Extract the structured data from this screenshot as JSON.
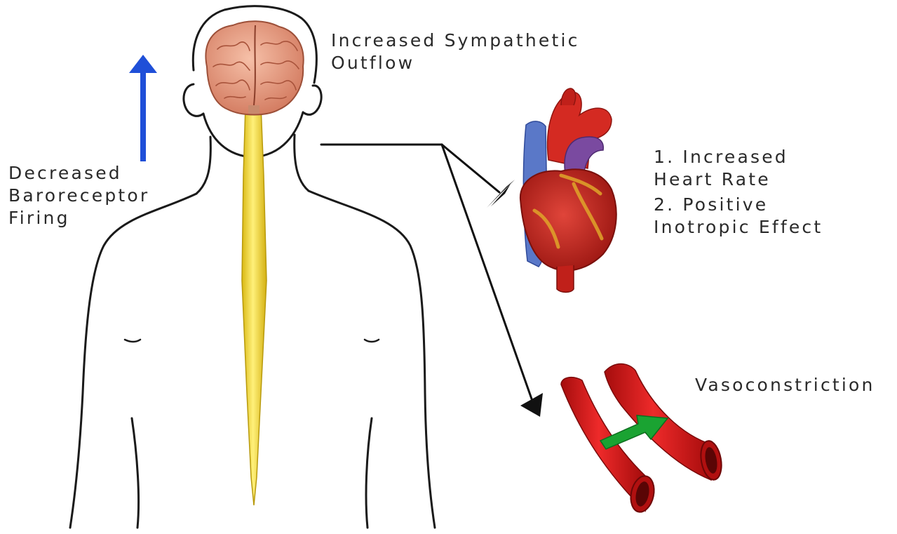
{
  "labels": {
    "sympathetic": [
      "Increased Sympathetic",
      "Outflow"
    ],
    "baroreceptor": [
      "Decreased",
      "Baroreceptor",
      "Firing"
    ],
    "heart_effects": [
      "1. Increased",
      "Heart Rate",
      "2. Positive",
      "Inotropic Effect"
    ],
    "vessel_effect": "Vasoconstriction"
  },
  "icons": {
    "up_arrow": "up-arrow-icon",
    "brain": "brain-icon",
    "heart": "heart-icon",
    "blood_vessel": "blood-vessel-icon"
  },
  "colors": {
    "up_arrow": "#1f4fd8",
    "spinal_cord": "#f2d629",
    "brain": "#e9a088",
    "heart": "#c92a22",
    "vessel": "#d81d1d",
    "green_arrow": "#1aa332",
    "outline": "#1a1a1a"
  }
}
